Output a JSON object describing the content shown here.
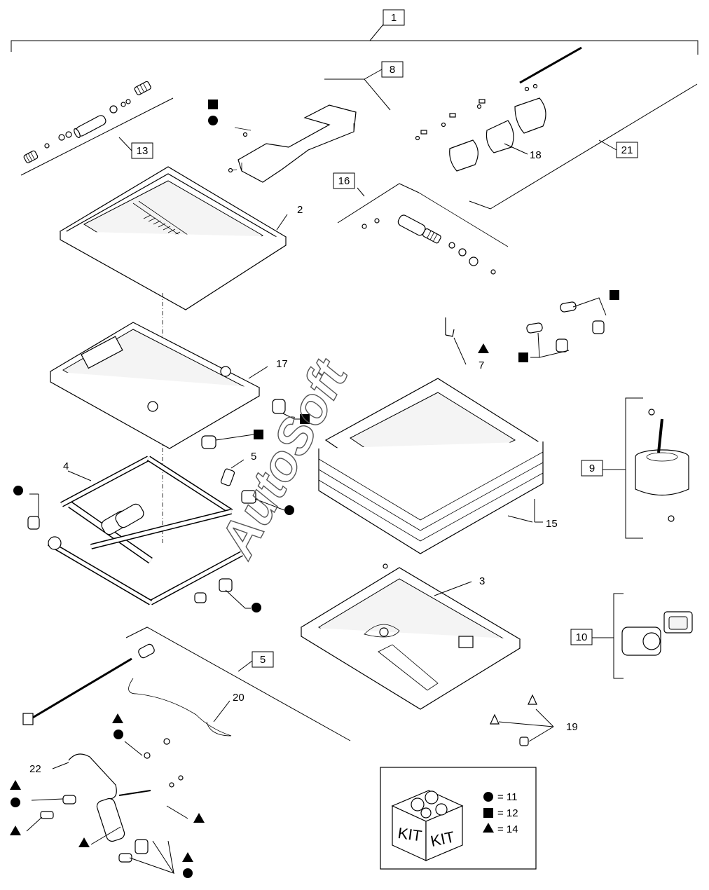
{
  "labels": {
    "l1": "1",
    "l2": "2",
    "l3": "3",
    "l4": "4",
    "l5a": "5",
    "l5b": "5",
    "l7": "7",
    "l8": "8",
    "l9": "9",
    "l10": "10",
    "l13": "13",
    "l15": "15",
    "l16": "16",
    "l17": "17",
    "l18": "18",
    "l19": "19",
    "l20": "20",
    "l21": "21",
    "l22": "22"
  },
  "legend": {
    "kit_word_1": "KIT",
    "kit_word_2": "KIT",
    "circle_eq": "= 11",
    "square_eq": "= 12",
    "triangle_eq": "= 14"
  },
  "watermark": "AutoSoft"
}
